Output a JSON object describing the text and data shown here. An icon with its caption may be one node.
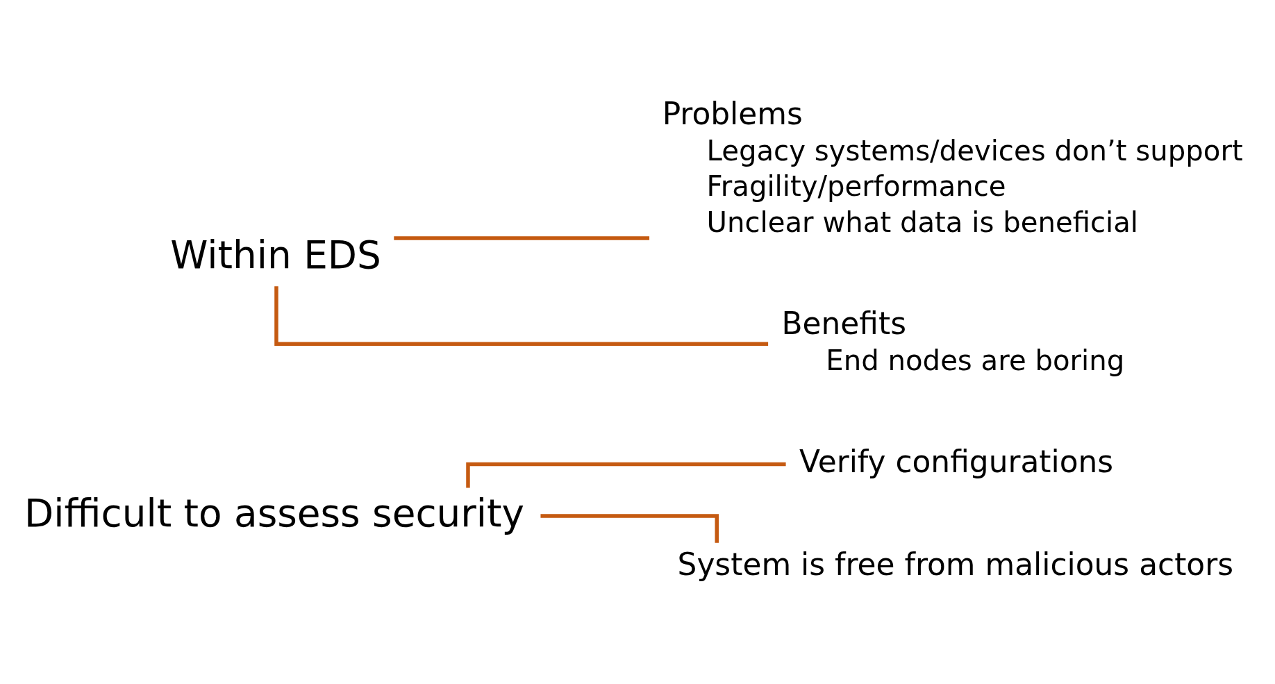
{
  "diagram": {
    "nodes": [
      {
        "text": [
          "Difficult to assess security"
        ]
      },
      {
        "text": [
          "Verify configurations"
        ]
      },
      {
        "text": [
          "System is free from malicious actors"
        ]
      },
      {
        "text": [
          "Within EDS"
        ]
      },
      {
        "text": [
          "Problems"
        ],
        "beside": [
          "Legacy systems/devices don’t support",
          "Fragility/performance",
          "Unclear what data is beneficial"
        ]
      },
      {
        "text": [
          "Benefits"
        ],
        "beside": [
          "End nodes are boring"
        ]
      }
    ],
    "edges": [
      {
        "from": 0,
        "to": 1,
        "arrow": "none"
      },
      {
        "from": 0,
        "to": 2,
        "arrow": "none"
      },
      {
        "from": 3,
        "to": 4,
        "arrow": "none"
      },
      {
        "from": 3,
        "to": 5,
        "arrow": "none"
      }
    ]
  }
}
